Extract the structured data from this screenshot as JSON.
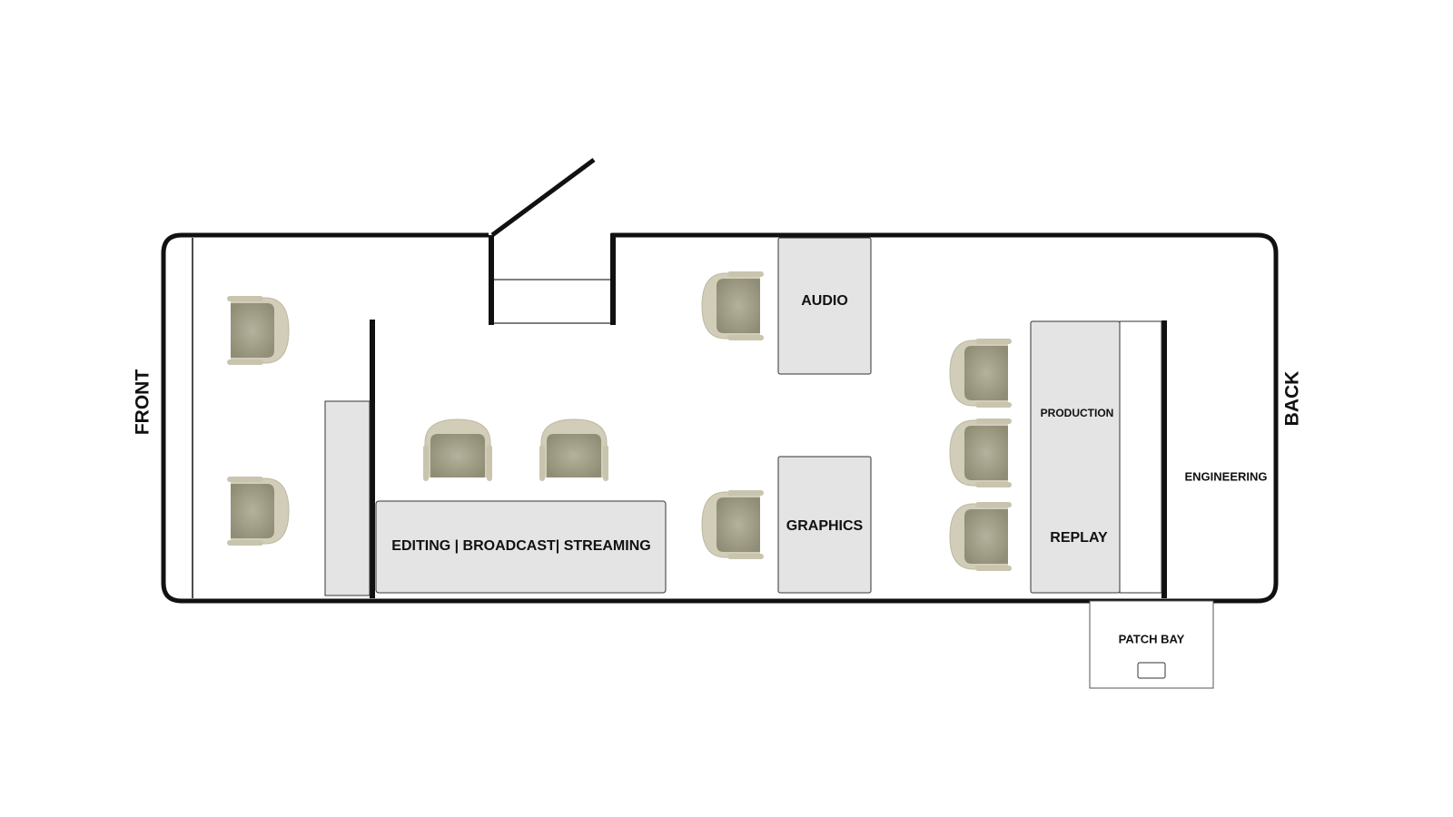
{
  "side_labels": {
    "front": "FRONT",
    "back": "BACK"
  },
  "stations": {
    "audio": "AUDIO",
    "graphics": "GRAPHICS",
    "editing": "EDITING | BROADCAST| STREAMING",
    "production": "PRODUCTION",
    "replay": "REPLAY",
    "engineering": "ENGINEERING",
    "patch_bay": "PATCH BAY"
  },
  "colors": {
    "wall": "#111111",
    "console": "#e4e4e4",
    "chair_frame": "#cdc8b4",
    "chair_seat": "#a8a690"
  },
  "icons": {
    "chair": "chair-icon",
    "door": "door-icon"
  }
}
